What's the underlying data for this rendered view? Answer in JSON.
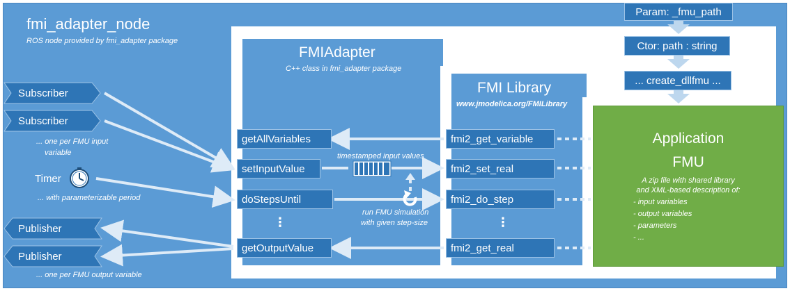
{
  "param": "Param: _fmu_path",
  "ctor": "Ctor: path : string",
  "create": "... create_dllfmu ...",
  "node": {
    "title": "fmi_adapter_node",
    "subtitle": "ROS node provided by fmi_adapter package"
  },
  "adapter": {
    "title": "FMIAdapter",
    "subtitle": "C++ class in fmi_adapter package",
    "methods": [
      "getAllVariables",
      "setInputValue",
      "doStepsUntil",
      "getOutputValue"
    ],
    "timestamped_label": "timestamped input values",
    "run_label_1": "run FMU simulation",
    "run_label_2": "with given step-size"
  },
  "fmilib": {
    "title": "FMI Library",
    "url": "www.jmodelica.org/FMILibrary",
    "functions": [
      "fmi2_get_variable",
      "fmi2_set_real",
      "fmi2_do_step",
      "fmi2_get_real"
    ]
  },
  "fmu": {
    "title_1": "Application",
    "title_2": "FMU",
    "desc_1": "A zip file with shared library",
    "desc_2": "and XML-based description of:",
    "items": [
      "- input variables",
      "- output variables",
      "- parameters",
      "- ..."
    ]
  },
  "left": {
    "subscriber": "Subscriber",
    "sub_note_1": "... one per FMU input",
    "sub_note_2": "variable",
    "timer": "Timer",
    "timer_note": "... with parameterizable period",
    "publisher": "Publisher",
    "pub_note": "... one per FMU output variable"
  },
  "ellipsis": "⋮",
  "icons": [
    "clock-icon",
    "refresh-icon",
    "buffer-icon"
  ]
}
